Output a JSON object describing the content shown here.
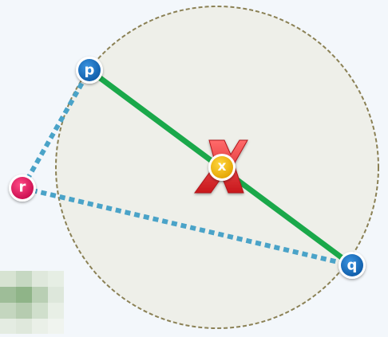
{
  "diagram": {
    "nodes": {
      "p": {
        "label": "p",
        "color": "#1566b8"
      },
      "q": {
        "label": "q",
        "color": "#1566b8"
      },
      "r": {
        "label": "r",
        "color": "#e0135a"
      },
      "x": {
        "label": "x",
        "color": "#f0b400"
      }
    },
    "circle": {
      "fill": "#eeefe9",
      "stroke": "#8b8155"
    },
    "segment_pq": {
      "color": "#1aa84a"
    },
    "dotted_links": {
      "color": "#4aa3c8"
    },
    "center_marker": {
      "icon": "red-x-cross-icon",
      "color": "#e2282c"
    }
  }
}
